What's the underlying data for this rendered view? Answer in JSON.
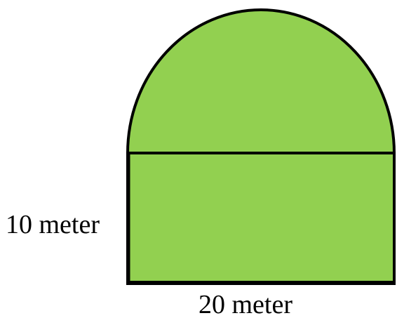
{
  "shape": {
    "fill_color": "#92d050",
    "stroke_color": "#000000",
    "components": [
      "semicircle",
      "rectangle"
    ]
  },
  "labels": {
    "height": "10 meter",
    "width": "20 meter"
  }
}
